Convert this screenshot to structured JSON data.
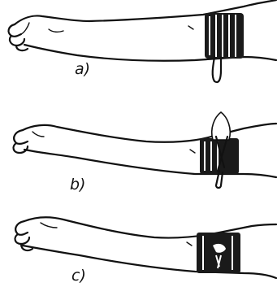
{
  "steps": [
    {
      "label": "a)"
    },
    {
      "label": "b)"
    },
    {
      "label": "c)"
    }
  ],
  "colors": {
    "ink": "#111111",
    "paper": "#ffffff"
  }
}
